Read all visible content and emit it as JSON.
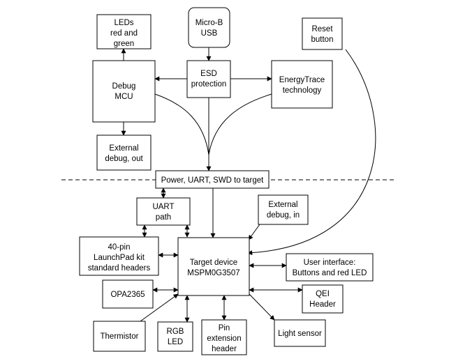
{
  "blocks": {
    "leds": [
      "LEDs",
      "red and",
      "green"
    ],
    "micro_usb": [
      "Micro-B",
      "USB"
    ],
    "reset_button": [
      "Reset",
      "button"
    ],
    "debug_mcu": [
      "Debug",
      "MCU"
    ],
    "esd_protection": [
      "ESD",
      "protection"
    ],
    "energytrace": [
      "EnergyTrace",
      "technology"
    ],
    "external_debug_out": [
      "External",
      "debug, out"
    ],
    "power_uart_swd": [
      "Power, UART, SWD to target"
    ],
    "uart_path": [
      "UART",
      "path"
    ],
    "external_debug_in": [
      "External",
      "debug, in"
    ],
    "launchpad_headers": [
      "40-pin",
      "LaunchPad kit",
      "standard headers"
    ],
    "target_device": [
      "Target device",
      "MSPM0G3507"
    ],
    "user_interface": [
      "User interface:",
      "Buttons and red LED"
    ],
    "opa2365": [
      "OPA2365"
    ],
    "qei_header": [
      "QEI",
      "Header"
    ],
    "thermistor": [
      "Thermistor"
    ],
    "rgb_led": [
      "RGB",
      "LED"
    ],
    "pin_extension": [
      "Pin",
      "extension",
      "header"
    ],
    "light_sensor": [
      "Light sensor"
    ]
  }
}
